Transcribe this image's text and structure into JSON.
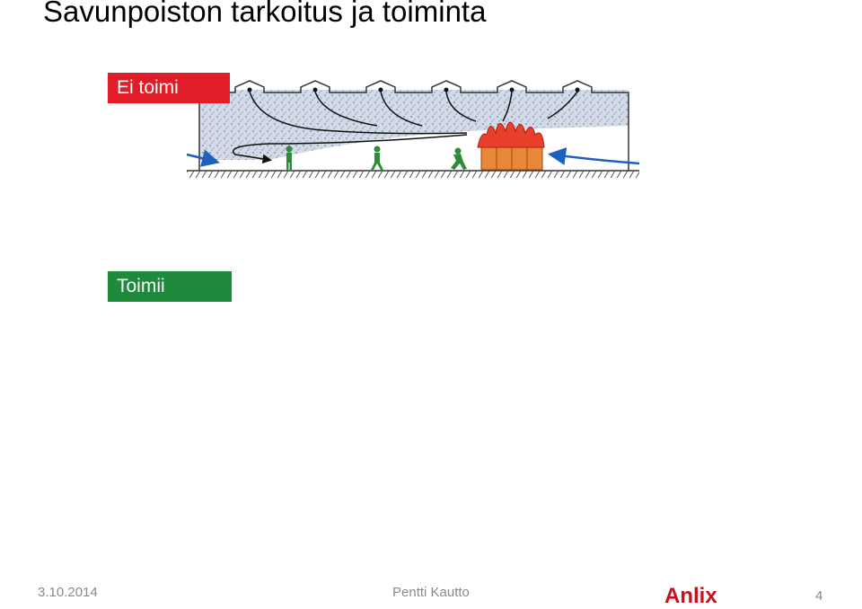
{
  "slide": {
    "title": "Savunpoiston tarkoitus ja toiminta"
  },
  "labels": {
    "not_working": "Ei toimi",
    "working": "Toimii"
  },
  "colors": {
    "not_working_bg": "#e11d2a",
    "working_bg": "#1e8a3c",
    "smoke": "#c9d3e3",
    "airflow_arrow": "#1f5fbf",
    "person": "#2f8a3a",
    "firefighter": "#f07a1a",
    "fire_truck": "#d42a2a",
    "hose": "#e02020",
    "fire": "#e8402a",
    "crate": "#e6873a"
  },
  "footer": {
    "date": "3.10.2014",
    "author": "Pentti Kautto",
    "logo": "Anlix",
    "page": "4"
  }
}
